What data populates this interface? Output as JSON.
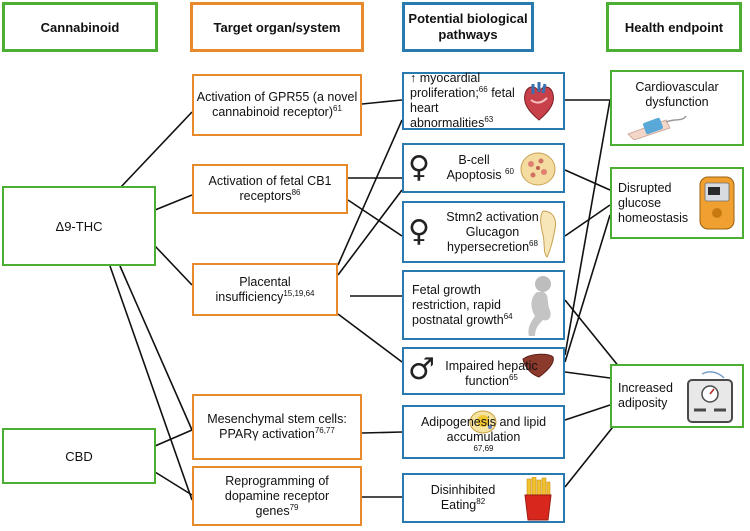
{
  "headers": {
    "cannabinoid": "Cannabinoid",
    "target": "Target organ/system",
    "pathways": "Potential biological pathways",
    "endpoint": "Health endpoint"
  },
  "cannabinoids": {
    "thc": "Δ9-THC",
    "cbd": "CBD"
  },
  "targets": {
    "gpr55": {
      "text": "Activation of GPR55 (a novel cannabinoid receptor)",
      "ref": "61"
    },
    "cb1": {
      "text": "Activation of fetal CB1 receptors",
      "ref": "86"
    },
    "placental": {
      "text": "Placental insufficiency",
      "ref": "15,19,64"
    },
    "mesenchymal": {
      "text": "Mesenchymal stem cells: PPARγ activation",
      "ref": "76,77"
    },
    "dopamine": {
      "text": "Reprogramming of dopamine receptor genes",
      "ref": "79"
    }
  },
  "pathways": {
    "myocardial": {
      "text_a": "↑ myocardial proliferation;",
      "ref_a": "66",
      "text_b": "fetal heart abnormalities",
      "ref_b": "63"
    },
    "bcell": {
      "text": "B-cell Apoptosis",
      "ref": "60",
      "symbol": "♀",
      "icon": "pancreas-cells-icon"
    },
    "stmn2": {
      "text": "Stmn2 activation Glucagon hypersecretion",
      "ref": "68",
      "symbol": "♀",
      "icon": "pancreas-icon"
    },
    "fetal_growth": {
      "text": "Fetal growth restriction, rapid postnatal growth",
      "ref": "64",
      "icon": "infant-icon"
    },
    "hepatic": {
      "text": "Impaired hepatic function",
      "ref": "65",
      "symbol": "♂",
      "icon": "liver-icon"
    },
    "adipogenesis": {
      "text": "Adipogenesis and lipid accumulation",
      "ref": "67,69",
      "icon": "fat-cell-icon"
    },
    "eating": {
      "text": "Disinhibited Eating",
      "ref": "82",
      "icon": "french-fries-icon"
    }
  },
  "endpoints": {
    "cardio": {
      "text": "Cardiovascular dysfunction",
      "icon": "blood-pressure-cuff-icon"
    },
    "glucose": {
      "text": "Disrupted glucose homeostasis",
      "icon": "glucose-meter-icon"
    },
    "adiposity": {
      "text": "Increased adiposity",
      "icon": "scale-icon"
    }
  },
  "colors": {
    "cannabinoid_border": "#4caf33",
    "target_border": "#e8892b",
    "pathway_border": "#2a7ab0",
    "endpoint_border": "#4caf33"
  }
}
